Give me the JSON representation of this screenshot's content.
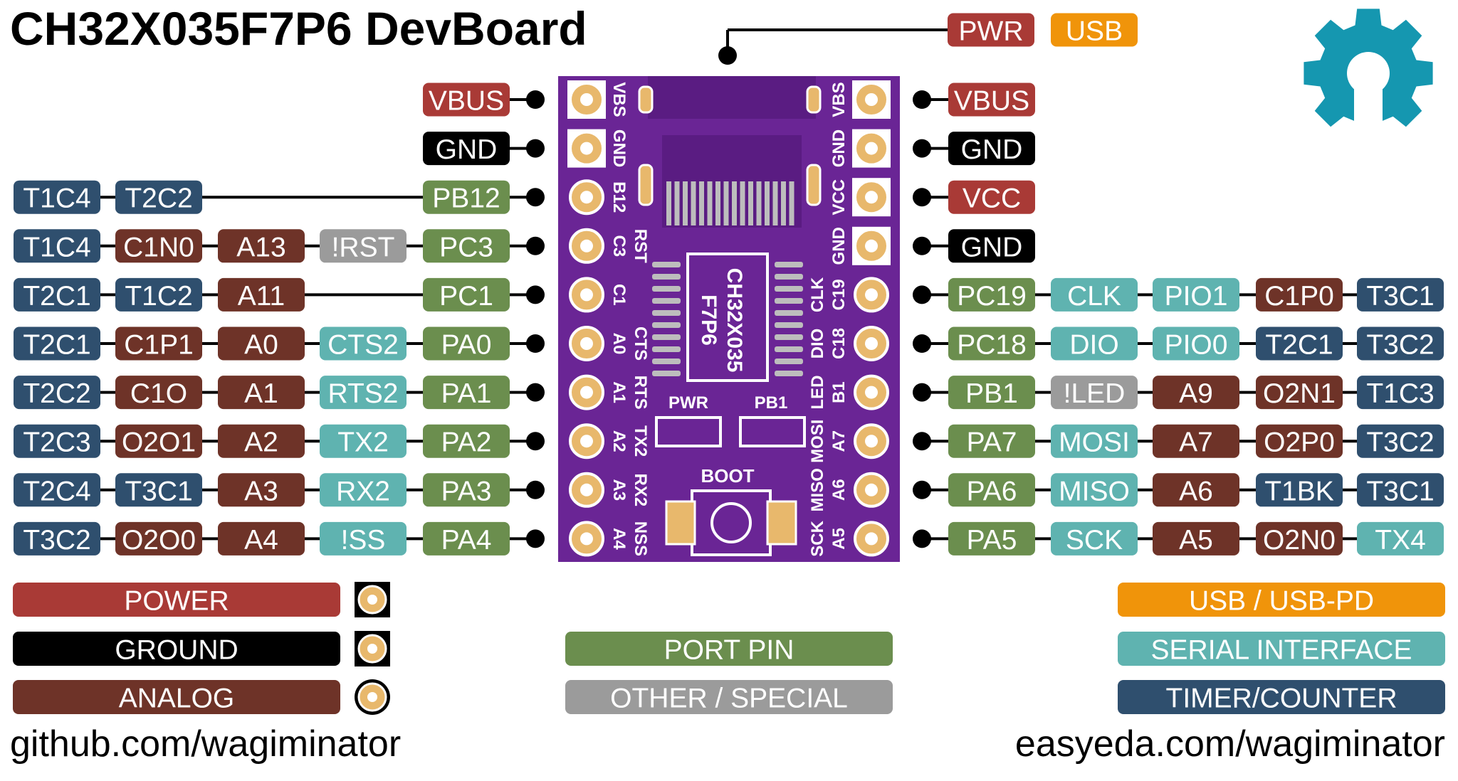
{
  "title": "CH32X035F7P6 DevBoard",
  "colors": {
    "power": "#a93a36",
    "ground": "#000000",
    "analog": "#6e3328",
    "port": "#6b8e4e",
    "other": "#9b9b9b",
    "usb": "#f0940a",
    "serial": "#5fb3b0",
    "timer": "#2f4f6e",
    "pcb": "#6a2595",
    "gear": "#1597b0"
  },
  "top_labels": [
    {
      "text": "PWR",
      "type": "power"
    },
    {
      "text": "USB",
      "type": "usb"
    }
  ],
  "left_rows": [
    {
      "pin": "VBS",
      "labels": [
        {
          "text": "VBUS",
          "type": "power"
        }
      ]
    },
    {
      "pin": "GND",
      "labels": [
        {
          "text": "GND",
          "type": "ground"
        }
      ]
    },
    {
      "pin": "B12",
      "labels": [
        {
          "text": "T1C4",
          "type": "timer"
        },
        {
          "text": "T2C2",
          "type": "timer"
        },
        null,
        null,
        {
          "text": "PB12",
          "type": "port"
        }
      ]
    },
    {
      "pin": "C3",
      "pin2": "RST",
      "labels": [
        {
          "text": "T1C4",
          "type": "timer"
        },
        {
          "text": "C1N0",
          "type": "analog"
        },
        {
          "text": "A13",
          "type": "analog"
        },
        {
          "text": "!RST",
          "type": "other"
        },
        {
          "text": "PC3",
          "type": "port"
        }
      ]
    },
    {
      "pin": "C1",
      "labels": [
        {
          "text": "T2C1",
          "type": "timer"
        },
        {
          "text": "T1C2",
          "type": "timer"
        },
        {
          "text": "A11",
          "type": "analog"
        },
        null,
        {
          "text": "PC1",
          "type": "port"
        }
      ]
    },
    {
      "pin": "A0",
      "pin2": "CTS",
      "labels": [
        {
          "text": "T2C1",
          "type": "timer"
        },
        {
          "text": "C1P1",
          "type": "analog"
        },
        {
          "text": "A0",
          "type": "analog"
        },
        {
          "text": "CTS2",
          "type": "serial"
        },
        {
          "text": "PA0",
          "type": "port"
        }
      ]
    },
    {
      "pin": "A1",
      "pin2": "RTS",
      "labels": [
        {
          "text": "T2C2",
          "type": "timer"
        },
        {
          "text": "C1O",
          "type": "analog"
        },
        {
          "text": "A1",
          "type": "analog"
        },
        {
          "text": "RTS2",
          "type": "serial"
        },
        {
          "text": "PA1",
          "type": "port"
        }
      ]
    },
    {
      "pin": "A2",
      "pin2": "TX2",
      "labels": [
        {
          "text": "T2C3",
          "type": "timer"
        },
        {
          "text": "O2O1",
          "type": "analog"
        },
        {
          "text": "A2",
          "type": "analog"
        },
        {
          "text": "TX2",
          "type": "serial"
        },
        {
          "text": "PA2",
          "type": "port"
        }
      ]
    },
    {
      "pin": "A3",
      "pin2": "RX2",
      "labels": [
        {
          "text": "T2C4",
          "type": "timer"
        },
        {
          "text": "T3C1",
          "type": "timer"
        },
        {
          "text": "A3",
          "type": "analog"
        },
        {
          "text": "RX2",
          "type": "serial"
        },
        {
          "text": "PA3",
          "type": "port"
        }
      ]
    },
    {
      "pin": "A4",
      "pin2": "NSS",
      "labels": [
        {
          "text": "T3C2",
          "type": "timer"
        },
        {
          "text": "O2O0",
          "type": "analog"
        },
        {
          "text": "A4",
          "type": "analog"
        },
        {
          "text": "!SS",
          "type": "serial"
        },
        {
          "text": "PA4",
          "type": "port"
        }
      ]
    }
  ],
  "right_rows": [
    {
      "pin": "VBS",
      "labels": [
        {
          "text": "VBUS",
          "type": "power"
        }
      ]
    },
    {
      "pin": "GND",
      "labels": [
        {
          "text": "GND",
          "type": "ground"
        }
      ]
    },
    {
      "pin": "VCC",
      "labels": [
        {
          "text": "VCC",
          "type": "power"
        }
      ]
    },
    {
      "pin": "GND",
      "labels": [
        {
          "text": "GND",
          "type": "ground"
        }
      ]
    },
    {
      "pin": "C19",
      "pin2": "CLK",
      "labels": [
        {
          "text": "PC19",
          "type": "port"
        },
        {
          "text": "CLK",
          "type": "serial"
        },
        {
          "text": "PIO1",
          "type": "serial"
        },
        {
          "text": "C1P0",
          "type": "analog"
        },
        {
          "text": "T3C1",
          "type": "timer"
        }
      ]
    },
    {
      "pin": "C18",
      "pin2": "DIO",
      "labels": [
        {
          "text": "PC18",
          "type": "port"
        },
        {
          "text": "DIO",
          "type": "serial"
        },
        {
          "text": "PIO0",
          "type": "serial"
        },
        {
          "text": "T2C1",
          "type": "timer"
        },
        {
          "text": "T3C2",
          "type": "timer"
        }
      ]
    },
    {
      "pin": "B1",
      "pin2": "LED",
      "labels": [
        {
          "text": "PB1",
          "type": "port"
        },
        {
          "text": "!LED",
          "type": "other"
        },
        {
          "text": "A9",
          "type": "analog"
        },
        {
          "text": "O2N1",
          "type": "analog"
        },
        {
          "text": "T1C3",
          "type": "timer"
        }
      ]
    },
    {
      "pin": "A7",
      "pin2": "MOSI",
      "labels": [
        {
          "text": "PA7",
          "type": "port"
        },
        {
          "text": "MOSI",
          "type": "serial"
        },
        {
          "text": "A7",
          "type": "analog"
        },
        {
          "text": "O2P0",
          "type": "analog"
        },
        {
          "text": "T3C2",
          "type": "timer"
        }
      ]
    },
    {
      "pin": "A6",
      "pin2": "MISO",
      "labels": [
        {
          "text": "PA6",
          "type": "port"
        },
        {
          "text": "MISO",
          "type": "serial"
        },
        {
          "text": "A6",
          "type": "analog"
        },
        {
          "text": "T1BK",
          "type": "timer"
        },
        {
          "text": "T3C1",
          "type": "timer"
        }
      ]
    },
    {
      "pin": "A5",
      "pin2": "SCK",
      "labels": [
        {
          "text": "PA5",
          "type": "port"
        },
        {
          "text": "SCK",
          "type": "serial"
        },
        {
          "text": "A5",
          "type": "analog"
        },
        {
          "text": "O2N0",
          "type": "analog"
        },
        {
          "text": "TX4",
          "type": "serial"
        }
      ]
    }
  ],
  "chip": {
    "line1": "CH32X035",
    "line2": "F7P6"
  },
  "board_labels": {
    "pwr_led": "PWR",
    "pb1_led": "PB1",
    "boot": "BOOT"
  },
  "legend": [
    {
      "text": "POWER",
      "type": "power"
    },
    {
      "text": "GROUND",
      "type": "ground"
    },
    {
      "text": "ANALOG",
      "type": "analog"
    },
    {
      "text": "PORT PIN",
      "type": "port"
    },
    {
      "text": "OTHER / SPECIAL",
      "type": "other"
    },
    {
      "text": "USB / USB-PD",
      "type": "usb"
    },
    {
      "text": "SERIAL INTERFACE",
      "type": "serial"
    },
    {
      "text": "TIMER/COUNTER",
      "type": "timer"
    }
  ],
  "footer": {
    "left": "github.com/wagiminator",
    "right": "easyeda.com/wagiminator"
  }
}
